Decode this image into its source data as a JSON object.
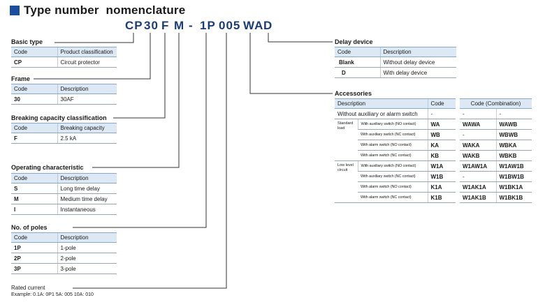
{
  "title": "Type number  nomenclature",
  "code_segments": [
    "CP",
    "30",
    "F",
    "M",
    "-",
    "1P",
    "005",
    "WA",
    "D"
  ],
  "basic_type": {
    "title": "Basic type",
    "headers": [
      "Code",
      "Product classification"
    ],
    "rows": [
      [
        "CP",
        "Circuit protector"
      ]
    ]
  },
  "frame": {
    "title": "Frame",
    "headers": [
      "Code",
      "Description"
    ],
    "rows": [
      [
        "30",
        "30AF"
      ]
    ]
  },
  "breaking": {
    "title": "Breaking capacity classification",
    "headers": [
      "Code",
      "Breaking capacity"
    ],
    "rows": [
      [
        "F",
        "2.5 kA"
      ]
    ]
  },
  "operating": {
    "title": "Operating characteristic",
    "headers": [
      "Code",
      "Description"
    ],
    "rows": [
      [
        "S",
        "Long time delay"
      ],
      [
        "M",
        "Medium time delay"
      ],
      [
        "I",
        "Instantaneous"
      ]
    ]
  },
  "poles": {
    "title": "No. of poles",
    "headers": [
      "Code",
      "Description"
    ],
    "rows": [
      [
        "1P",
        "1-pole"
      ],
      [
        "2P",
        "2-pole"
      ],
      [
        "3P",
        "3-pole"
      ]
    ]
  },
  "rated": {
    "title": "Rated current",
    "example": "Example: 0.1A: 0P1  5A: 005  10A: 010"
  },
  "delay": {
    "title": "Delay device",
    "headers": [
      "Code",
      "Description"
    ],
    "rows": [
      [
        "Blank",
        "Without delay device"
      ],
      [
        "D",
        "With delay device"
      ]
    ]
  },
  "accessories": {
    "title": "Accessories",
    "headers": [
      "Description",
      "Code",
      "Code (Combination)"
    ],
    "top_row": {
      "description": "Without auxiliary or alarm switch",
      "code": "-",
      "combo1": "-",
      "combo2": "-"
    },
    "groups": [
      {
        "label": "Standard load",
        "rows": [
          {
            "description": "With auxiliary switch (NO contact)",
            "code": "WA",
            "combo1": "WAWA",
            "combo2": "WAWB"
          },
          {
            "description": "With auxiliary switch (NC contact)",
            "code": "WB",
            "combo1": "-",
            "combo2": "WBWB"
          },
          {
            "description": "With alarm switch (NO contact)",
            "code": "KA",
            "combo1": "WAKA",
            "combo2": "WBKA"
          },
          {
            "description": "With alarm switch (NC contact)",
            "code": "KB",
            "combo1": "WAKB",
            "combo2": "WBKB"
          }
        ]
      },
      {
        "label": "Low level circuit",
        "rows": [
          {
            "description": "With auxiliary switch (NO contact)",
            "code": "W1A",
            "combo1": "W1AW1A",
            "combo2": "W1AW1B"
          },
          {
            "description": "With auxiliary switch (NC contact)",
            "code": "W1B",
            "combo1": "-",
            "combo2": "W1BW1B"
          },
          {
            "description": "With alarm switch (NO contact)",
            "code": "K1A",
            "combo1": "W1AK1A",
            "combo2": "W1BK1A"
          },
          {
            "description": "With alarm switch (NC contact)",
            "code": "K1B",
            "combo1": "W1AK1B",
            "combo2": "W1BK1B"
          }
        ]
      }
    ]
  }
}
